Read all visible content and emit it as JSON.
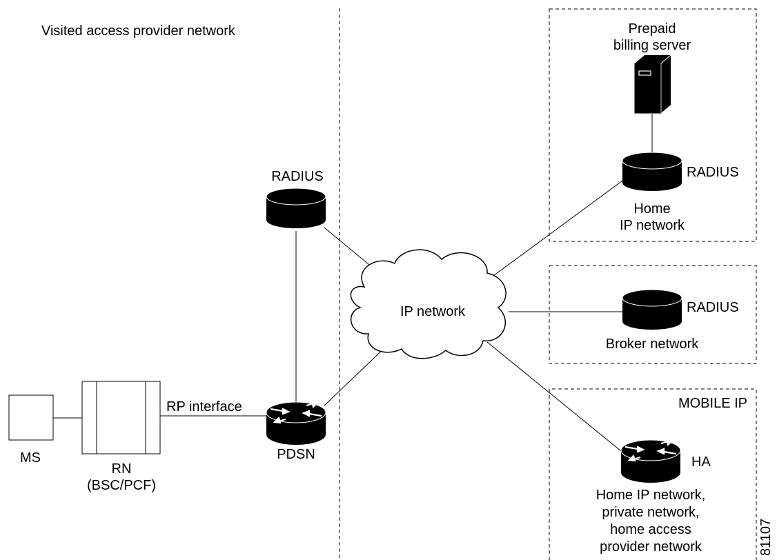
{
  "labels": {
    "visited_network": "Visited access provider network",
    "prepaid_line1": "Prepaid",
    "prepaid_line2": "billing server",
    "radius_home": "RADIUS",
    "home_ip_line1": "Home",
    "home_ip_line2": "IP network",
    "radius_visited": "RADIUS",
    "ip_network": "IP network",
    "radius_broker": "RADIUS",
    "broker_network": "Broker network",
    "mobile_ip": "MOBILE IP",
    "ha": "HA",
    "ha_desc_line1": "Home IP network,",
    "ha_desc_line2": "private network,",
    "ha_desc_line3": "home access",
    "ha_desc_line4": "provider network",
    "rp_interface": "RP interface",
    "pdsn": "PDSN",
    "ms": "MS",
    "rn_line1": "RN",
    "rn_line2": "(BSC/PCF)",
    "figure_id": "81107"
  }
}
